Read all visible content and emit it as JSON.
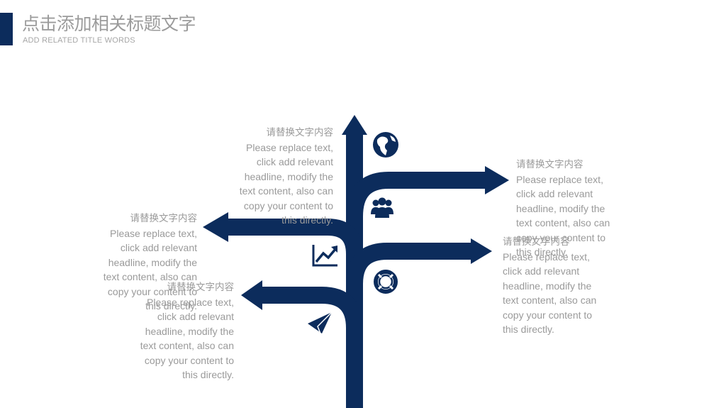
{
  "header": {
    "title": "点击添加相关标题文字",
    "subtitle": "ADD RELATED TITLE WORDS"
  },
  "colors": {
    "accent": "#0c2c5c",
    "text": "#9a9a9a"
  },
  "icons": [
    "globe-icon",
    "people-icon",
    "chart-trend-icon",
    "lifebuoy-icon",
    "paper-plane-icon"
  ],
  "blocks": [
    {
      "heading": "请替换文字内容",
      "body": "Please replace text, click add relevant headline, modify the text content, also can copy your content to this directly."
    },
    {
      "heading": "请替换文字内容",
      "body": "Please replace text, click add relevant headline, modify the text content, also can copy your content to this directly."
    },
    {
      "heading": "请替换文字内容",
      "body": "Please replace text, click add relevant headline, modify the text content, also can copy your content to this directly."
    },
    {
      "heading": "请替换文字内容",
      "body": "Please replace text, click add relevant headline, modify the text content, also can copy your content to this directly."
    },
    {
      "heading": "请替换文字内容",
      "body": "Please replace text, click add relevant headline, modify the text content, also can copy your content to this directly."
    }
  ]
}
